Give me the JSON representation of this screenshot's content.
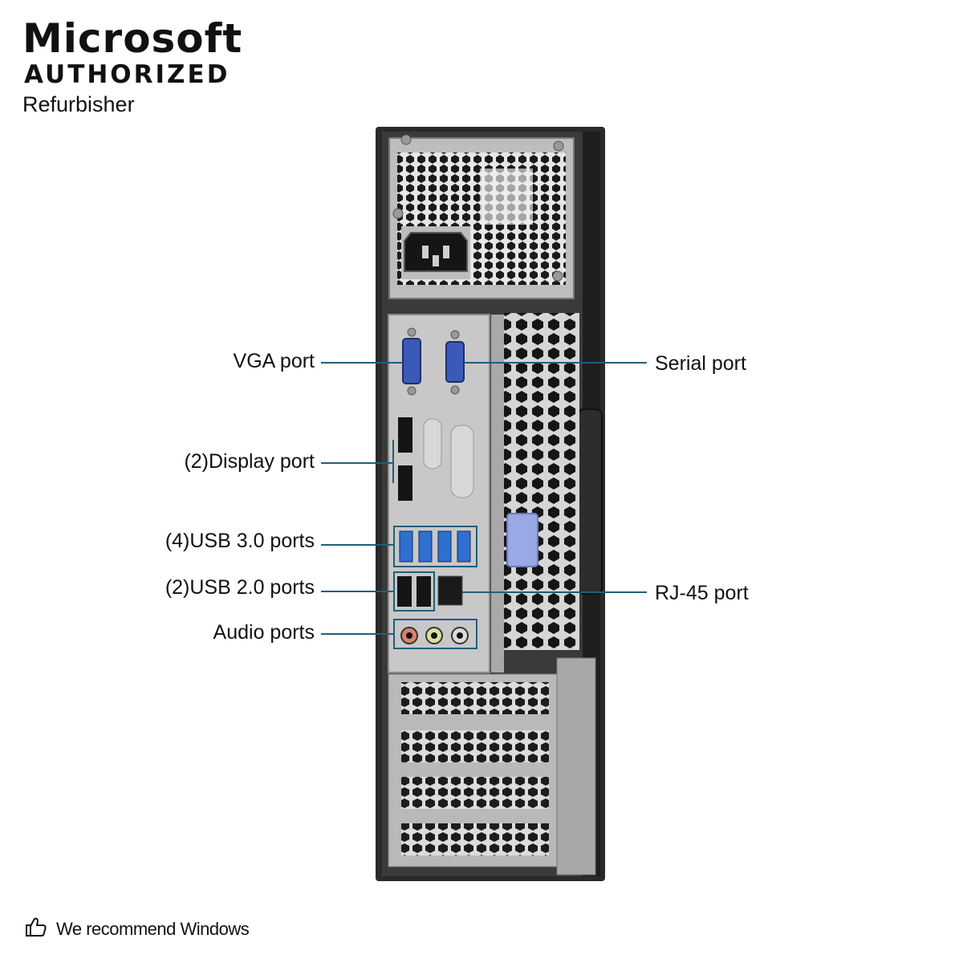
{
  "badge": {
    "line1": "Microsoft",
    "line2": "AUTHORIZED",
    "line3": "Refurbisher"
  },
  "ports": {
    "vga": "VGA port",
    "display": "(2)Display port",
    "usb3": "(4)USB 3.0 ports",
    "usb2": "(2)USB 2.0 ports",
    "audio": "Audio ports",
    "serial": "Serial port",
    "rj45": "RJ-45 port"
  },
  "footer": {
    "text": "We recommend Windows",
    "icon": "thumbs-up-icon"
  },
  "colors": {
    "callout_line": "#1f5f7a",
    "chassis": "#2b2b2b",
    "panel": "#c9c9c9",
    "usb3_blue": "#2f6fd0",
    "vga_blue": "#3b5ab8",
    "latch": "#9ba8e6"
  }
}
